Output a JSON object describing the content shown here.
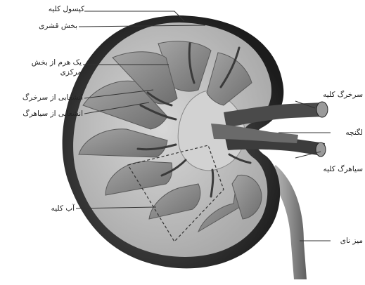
{
  "labels": {
    "capsule": "کپسول کلیه",
    "cortex": "بخش قشری",
    "medulla_pyramid": "یک هرم از بخش مرکزی",
    "artery_branch": "انشعابی از سرخرگ",
    "vein_branch": "انشعابی از سیاهرگ",
    "renal_artery": "سرخرگ کلیه",
    "pelvis": "لگنچه",
    "renal_vein": "سیاهرگ کلیه",
    "nephron": "آب کلیه",
    "ureter": "میز نای"
  },
  "colors": {
    "background": "#ffffff",
    "label_text": "#222222",
    "leader_line": "#333333",
    "outer_dark": "#2e2e2e",
    "cortex": "#bdbdbd",
    "pyramid": "#8e8e8e",
    "vessel": "#4a4a4a"
  }
}
